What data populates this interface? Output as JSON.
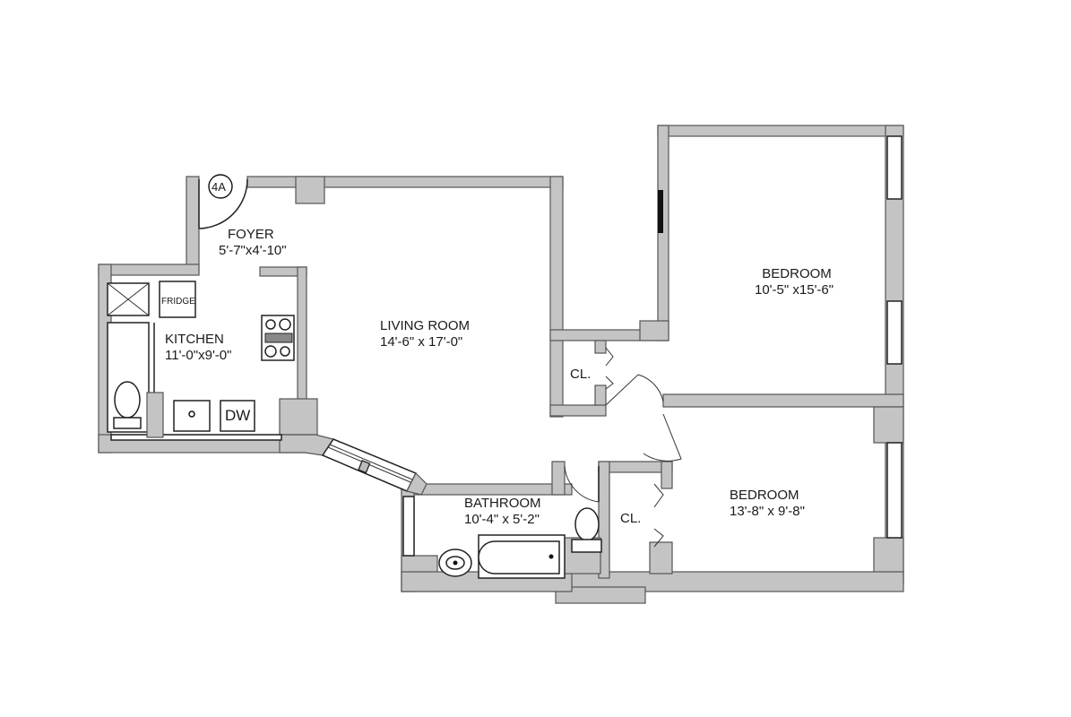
{
  "plan": {
    "unit_label": "4A",
    "rooms": [
      {
        "name": "FOYER",
        "dims": "5'-7\"x4'-10\""
      },
      {
        "name": "KITCHEN",
        "dims": "11'-0\"x9'-0\""
      },
      {
        "name": "LIVING ROOM",
        "dims": "14'-6\" x 17'-0\""
      },
      {
        "name": "BEDROOM",
        "dims": "10'-5\" x15'-6\""
      },
      {
        "name": "BEDROOM",
        "dims": "13'-8\" x 9'-8\""
      },
      {
        "name": "BATHROOM",
        "dims": "10'-4\" x 5'-2\""
      }
    ],
    "closets": [
      {
        "label": "CL."
      },
      {
        "label": "CL."
      }
    ],
    "fixtures": {
      "fridge": "FRIDGE",
      "dishwasher": "DW"
    },
    "colors": {
      "wall_fill": "#c4c4c4",
      "wall_stroke": "#555555",
      "background": "#ffffff"
    }
  }
}
